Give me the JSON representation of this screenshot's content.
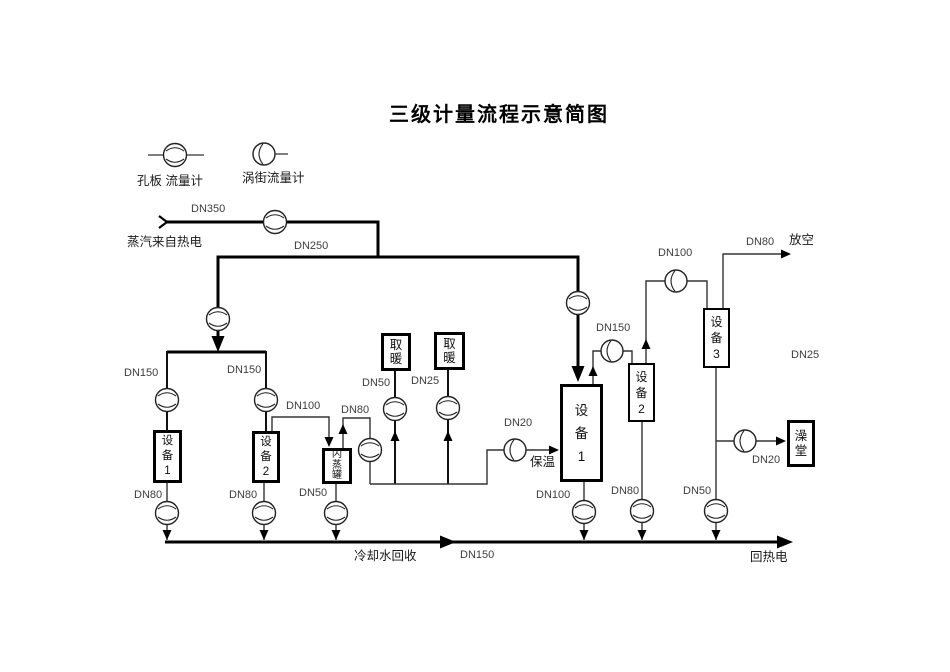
{
  "title": "三级计量流程示意简图",
  "legend": {
    "orifice": "孔板 流量计",
    "vortex": "涡街流量计"
  },
  "annotations": {
    "steam_source": "蒸汽来自热电",
    "vent": "放空",
    "insulation": "保温",
    "cooling_recovery": "冷却水回收",
    "return_thermal": "回热电"
  },
  "pipes": {
    "dn350_inlet": "DN350",
    "dn250_header": "DN250",
    "dn150_branch_left": "DN150",
    "dn150_branch_mid": "DN150",
    "dn100_to_flash": "DN100",
    "dn80_flash_out": "DN80",
    "dn50_heating1": "DN50",
    "dn25_heating2": "DN25",
    "dn20_insulation": "DN20",
    "dn150_equip1_out": "DN150",
    "dn100_equip2_riser": "DN100",
    "dn80_vent": "DN80",
    "dn25_right": "DN25",
    "dn20_bath": "DN20",
    "dn80_drain_equip1s": "DN80",
    "dn80_drain_equip2s": "DN80",
    "dn50_drain_flash": "DN50",
    "dn100_drain_equip1b": "DN100",
    "dn80_drain_equip2r": "DN80",
    "dn50_drain_equip3": "DN50",
    "dn150_return": "DN150"
  },
  "equipment": {
    "equip1_small": "设备1",
    "equip2_small": "设备2",
    "flash_tank": "闪蒸罐",
    "heating1": "取暖",
    "heating2": "取暖",
    "equip1_big": "设备1",
    "equip2_right": "设备2",
    "equip3": "设备3",
    "bathhouse": "澡堂"
  }
}
